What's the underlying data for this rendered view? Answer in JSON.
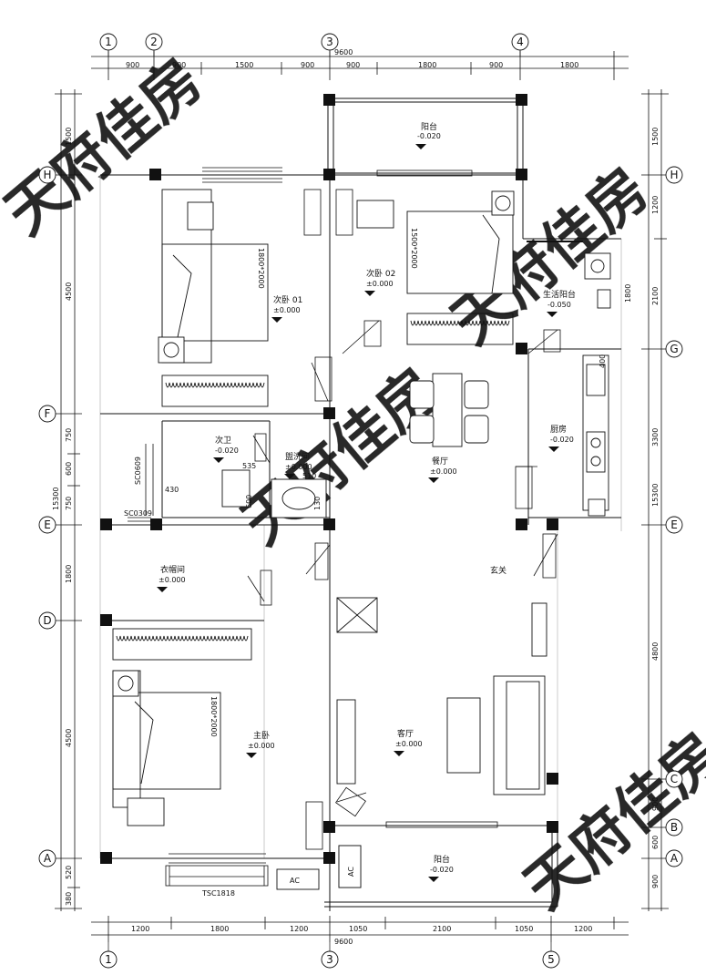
{
  "watermark": "天府佳房",
  "axes": {
    "top": [
      "1",
      "2",
      "3",
      "4"
    ],
    "bottom": [
      "1",
      "3",
      "5"
    ],
    "sides": [
      "H",
      "G",
      "F",
      "E",
      "D",
      "C",
      "B",
      "A"
    ]
  },
  "dims": {
    "top_total": "9600",
    "top_segments": [
      "900",
      "900",
      "1500",
      "900",
      "900",
      "1800",
      "900",
      "1800"
    ],
    "bottom_total": "9600",
    "bottom_segments": [
      "1200",
      "1800",
      "1200",
      "1050",
      "2100",
      "1050",
      "1200"
    ],
    "left_total": "15300",
    "left_segments": [
      "1500",
      "4500",
      "750",
      "600",
      "750",
      "1800",
      "4500",
      "520",
      "380"
    ],
    "right_total": "15300",
    "right_segments": [
      "1500",
      "1200",
      "2100",
      "3300",
      "4800",
      "900",
      "600",
      "900"
    ],
    "inner_1800": "1800",
    "inner_400": "400",
    "bath_535": "535",
    "bath_510": "510",
    "bath_430": "430",
    "bath_600": "600",
    "bath_130": "130"
  },
  "rooms": [
    {
      "name": "阳台",
      "level": "-0.020"
    },
    {
      "name": "次卧 01",
      "level": "±0.000"
    },
    {
      "name": "次卧 02",
      "level": "±0.000"
    },
    {
      "name": "生活阳台",
      "level": "-0.050"
    },
    {
      "name": "厨房",
      "level": "-0.020"
    },
    {
      "name": "次卫",
      "level": "-0.020"
    },
    {
      "name": "盥洗间",
      "level": "±0.000"
    },
    {
      "name": "餐厅",
      "level": "±0.000"
    },
    {
      "name": "衣帽间",
      "level": "±0.000"
    },
    {
      "name": "玄关"
    },
    {
      "name": "主卧",
      "level": "±0.000"
    },
    {
      "name": "客厅",
      "level": "±0.000"
    },
    {
      "name": "阳台",
      "level": "-0.020"
    }
  ],
  "labels": {
    "bed1": "1800*2000",
    "bed2": "1500*2000",
    "bed3": "1800*2000",
    "window_sc0609": "SC0609",
    "window_sc0309": "SC0309",
    "window_tsc1818": "TSC1818",
    "ac": "AC"
  }
}
